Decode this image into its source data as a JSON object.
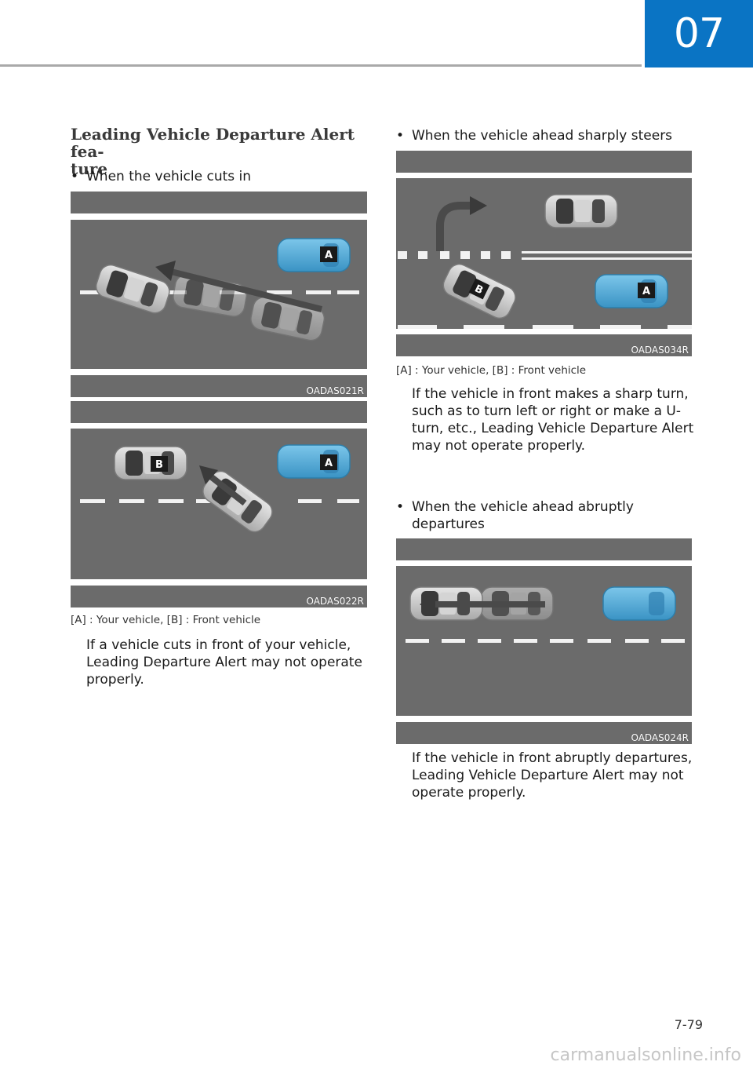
{
  "chapter": "07",
  "page_number": "7-79",
  "watermark": "carmanualsonline.info",
  "left": {
    "heading": "Leading Vehicle Departure Alert fea-\nture",
    "bullet1": "When the vehicle cuts in",
    "fig1_code": "OADAS021R",
    "fig2_code": "OADAS022R",
    "caption": "[A] : Your vehicle, [B] : Front vehicle",
    "body": "If a vehicle cuts in front of your vehicle, Leading Departure Alert may not operate properly."
  },
  "right": {
    "bullet1": "When the vehicle ahead sharply steers",
    "fig1_code": "OADAS034R",
    "caption": "[A] : Your vehicle, [B] : Front vehicle",
    "body1": "If the vehicle in front makes a sharp turn, such as to turn left or right or make a U-turn, etc., Leading Vehicle Departure Alert may not operate properly.",
    "bullet2": "When the vehicle ahead abruptly departures",
    "fig2_code": "OADAS024R",
    "body2": "If the vehicle in front abruptly departures, Leading Vehicle Departure Alert may not operate properly."
  },
  "labels": {
    "your_vehicle": "A",
    "front_vehicle": "B"
  },
  "colors": {
    "accent": "#0a74c4",
    "road": "#6b6b6b",
    "your_vehicle": "#4fa9d6",
    "front_vehicle": "#bfbfbf"
  }
}
